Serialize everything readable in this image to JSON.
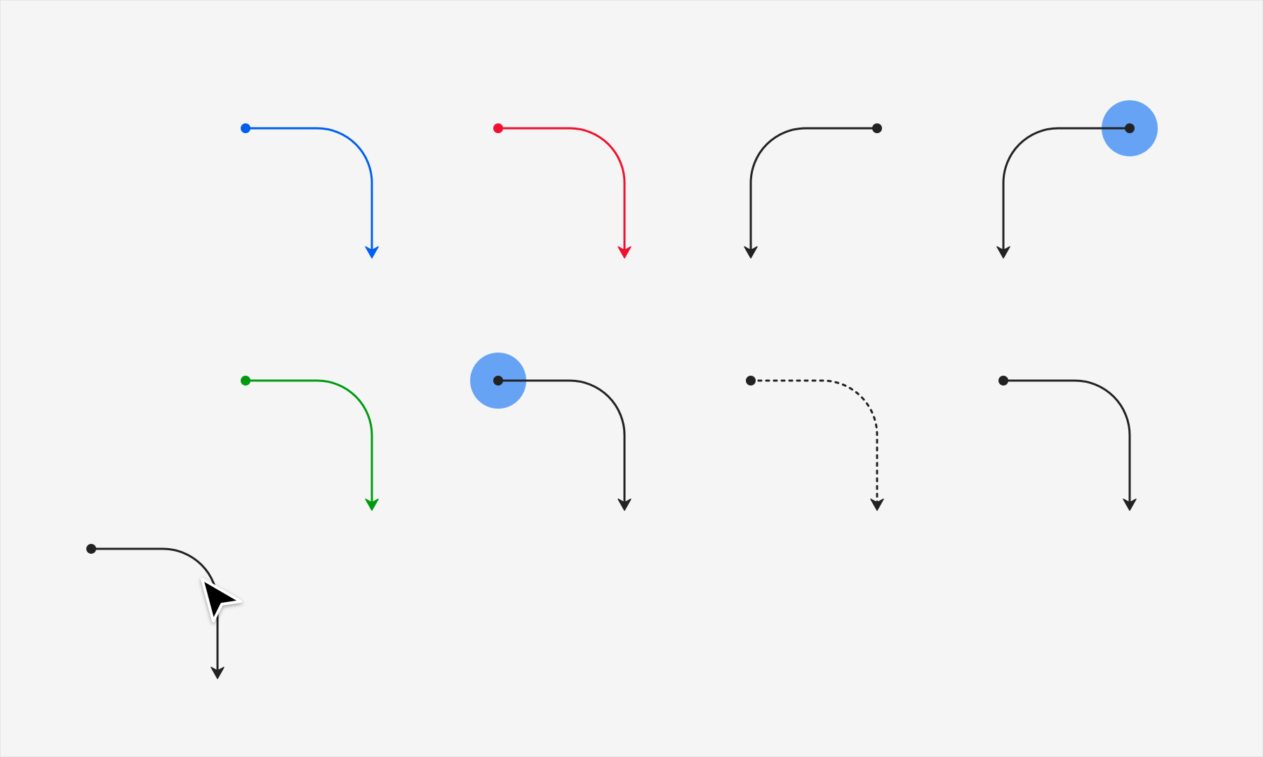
{
  "canvas": {
    "background": "#f5f5f5"
  },
  "palette": {
    "blue": "#0060f0",
    "red": "#f0102f",
    "green": "#009a10",
    "black": "#222222",
    "highlight": "#66a3f5",
    "cursor_fill": "#000000",
    "cursor_outline": "#ffffff"
  },
  "connectors": [
    {
      "id": "connector-blue",
      "color_key": "blue",
      "shape": "start-left-end-down",
      "line_style": "solid",
      "start_handle_selected": false,
      "end_marker": "arrow",
      "start_marker": "dot"
    },
    {
      "id": "connector-red",
      "color_key": "red",
      "shape": "start-left-end-down",
      "line_style": "solid",
      "start_handle_selected": false,
      "end_marker": "arrow",
      "start_marker": "dot"
    },
    {
      "id": "connector-black-mirrored",
      "color_key": "black",
      "shape": "start-right-end-down",
      "line_style": "solid",
      "start_handle_selected": false,
      "end_marker": "arrow",
      "start_marker": "dot"
    },
    {
      "id": "connector-black-mirrored-selected",
      "color_key": "black",
      "shape": "start-right-end-down",
      "line_style": "solid",
      "start_handle_selected": true,
      "end_marker": "arrow",
      "start_marker": "dot"
    },
    {
      "id": "connector-green",
      "color_key": "green",
      "shape": "start-left-end-down",
      "line_style": "solid",
      "start_handle_selected": false,
      "end_marker": "arrow",
      "start_marker": "dot"
    },
    {
      "id": "connector-black-selected",
      "color_key": "black",
      "shape": "start-left-end-down",
      "line_style": "solid",
      "start_handle_selected": true,
      "end_marker": "arrow",
      "start_marker": "dot"
    },
    {
      "id": "connector-black-dotted",
      "color_key": "black",
      "shape": "start-left-end-down",
      "line_style": "dotted",
      "start_handle_selected": false,
      "end_marker": "arrow",
      "start_marker": "dot"
    },
    {
      "id": "connector-black-plain",
      "color_key": "black",
      "shape": "start-left-end-down",
      "line_style": "solid",
      "start_handle_selected": false,
      "end_marker": "arrow",
      "start_marker": "dot"
    },
    {
      "id": "connector-black-hovered",
      "color_key": "black",
      "shape": "start-left-end-down",
      "line_style": "solid",
      "start_handle_selected": false,
      "end_marker": "arrow",
      "start_marker": "dot",
      "hovered": true
    }
  ],
  "pointer": {
    "icon": "arrow-cursor-icon",
    "over": "connector-black-hovered"
  }
}
